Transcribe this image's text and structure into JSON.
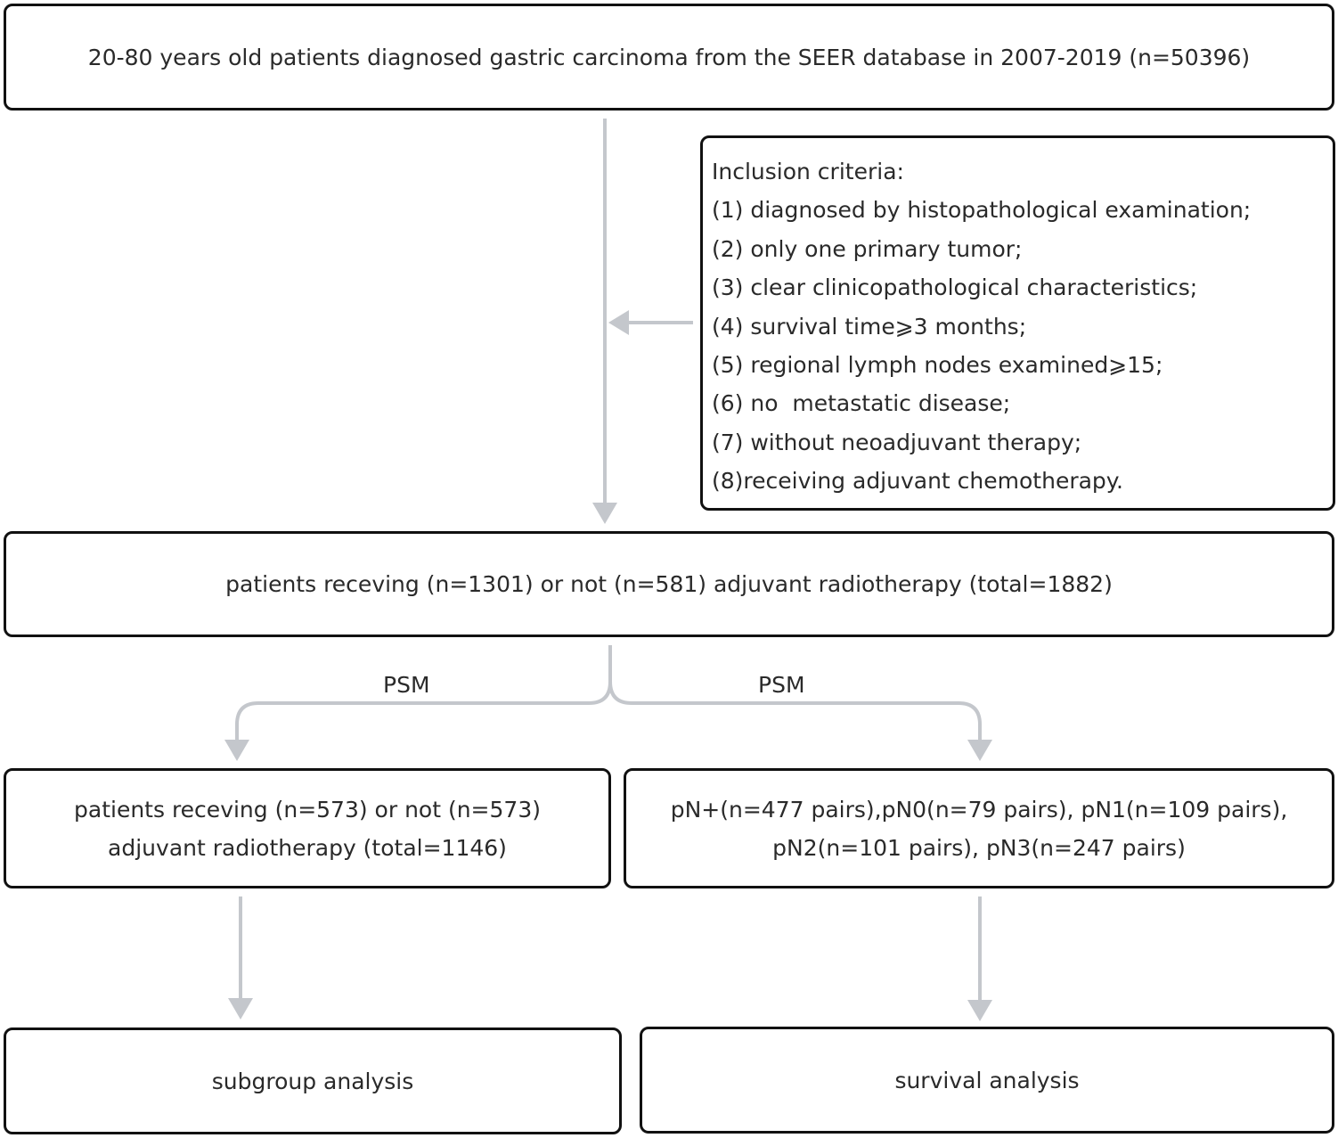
{
  "source_box": {
    "text": "20-80 years old patients diagnosed gastric carcinoma from the SEER database in 2007-2019 (n=50396)"
  },
  "inclusion_box": {
    "title": "Inclusion criteria:",
    "items": [
      "(1) diagnosed by histopathological examination;",
      "(2) only one primary tumor;",
      "(3) clear clinicopathological characteristics;",
      "(4) survival time⩾3 months;",
      "(5) regional lymph nodes examined⩾15;",
      "(6) no  metastatic disease;",
      "(7) without neoadjuvant therapy;",
      "(8)receiving adjuvant chemotherapy."
    ]
  },
  "cohort_box": {
    "text": "patients receving (n=1301) or not (n=581) adjuvant radiotherapy (total=1882)"
  },
  "edge_labels": {
    "left": "PSM",
    "right": "PSM"
  },
  "matched_box": {
    "line1": "patients receving (n=573) or not (n=573)",
    "line2": "adjuvant radiotherapy (total=1146)"
  },
  "pairs_box": {
    "line1": "pN+(n=477 pairs),pN0(n=79 pairs), pN1(n=109 pairs),",
    "line2": "pN2(n=101 pairs), pN3(n=247 pairs)"
  },
  "subgroup_box": {
    "text": "subgroup analysis"
  },
  "survival_box": {
    "text": "survival analysis"
  },
  "colors": {
    "box_border": "#111111",
    "arrow": "#c4c7cc",
    "text": "#2a2a2a"
  }
}
